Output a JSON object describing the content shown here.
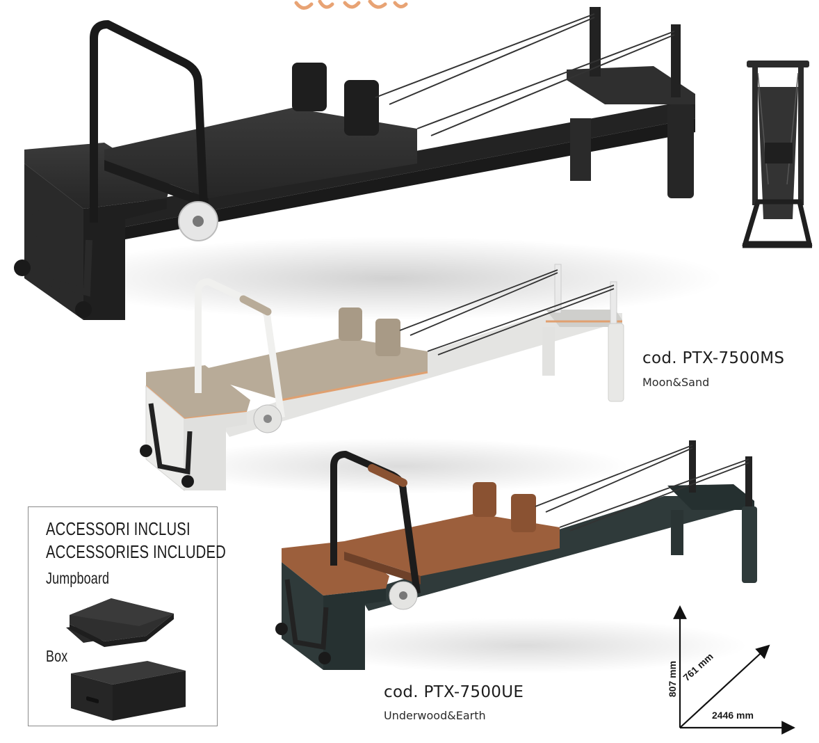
{
  "products": [
    {
      "code": "",
      "variant": "",
      "frame_color": "#2b2b2b",
      "pad_color": "#2e2e2e"
    },
    {
      "code": "cod. PTX-7500MS",
      "variant": "Moon&Sand",
      "frame_color": "#ececea",
      "pad_color": "#b8ab98"
    },
    {
      "code": "cod. PTX-7500UE",
      "variant": "Underwood&Earth",
      "frame_color": "#2f3a3a",
      "pad_color": "#9c5f3c"
    }
  ],
  "accessories": {
    "title_it": "ACCESSORI INCLUSI",
    "title_en": "ACCESSORIES INCLUDED",
    "items": [
      {
        "label": "Jumpboard",
        "icon": "jumpboard-icon"
      },
      {
        "label": "Box",
        "icon": "box-icon"
      }
    ]
  },
  "dimensions": {
    "height": "807 mm",
    "depth": "761 mm",
    "length": "2446 mm"
  }
}
